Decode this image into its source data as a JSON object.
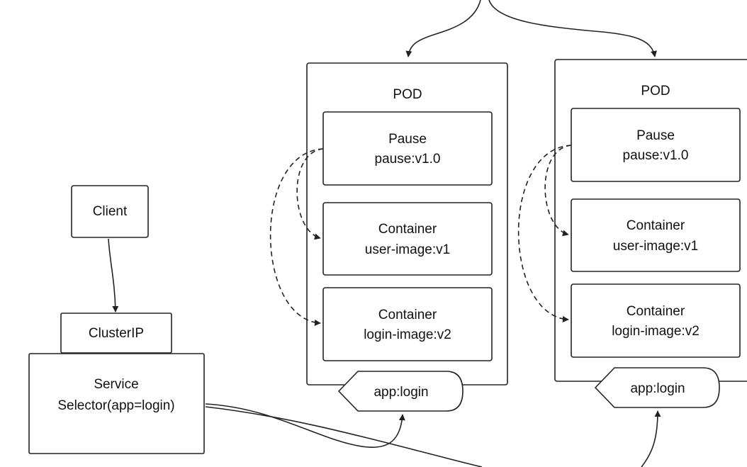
{
  "client": {
    "label": "Client"
  },
  "cluster_ip": {
    "label": "ClusterIP"
  },
  "service": {
    "title": "Service",
    "selector": "Selector(app=login)"
  },
  "pods": [
    {
      "title": "POD",
      "pause": {
        "name": "Pause",
        "image": "pause:v1.0"
      },
      "containers": [
        {
          "name": "Container",
          "image": "user-image:v1"
        },
        {
          "name": "Container",
          "image": "login-image:v2"
        }
      ],
      "label": "app:login"
    },
    {
      "title": "POD",
      "pause": {
        "name": "Pause",
        "image": "pause:v1.0"
      },
      "containers": [
        {
          "name": "Container",
          "image": "user-image:v1"
        },
        {
          "name": "Container",
          "image": "login-image:v2"
        }
      ],
      "label": "app:login"
    }
  ],
  "colors": {
    "stroke": "#222222",
    "background": "#ffffff"
  }
}
